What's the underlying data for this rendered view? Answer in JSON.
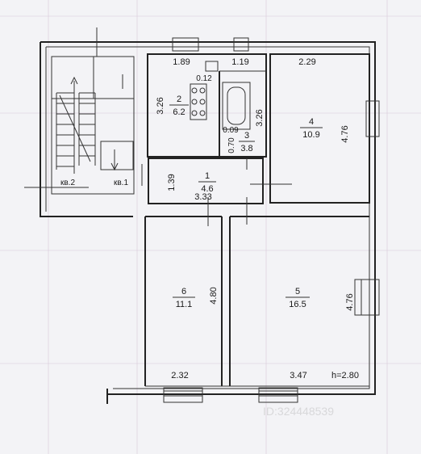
{
  "rooms": [
    {
      "number": "1",
      "area": "4.6"
    },
    {
      "number": "2",
      "area": "6.2"
    },
    {
      "number": "3",
      "area": "3.8"
    },
    {
      "number": "4",
      "area": "10.9"
    },
    {
      "number": "5",
      "area": "16.5"
    },
    {
      "number": "6",
      "area": "11.1"
    }
  ],
  "dimensions": {
    "d_189": "1.89",
    "d_012": "0.12",
    "d_119": "1.19",
    "d_229": "2.29",
    "d_326a": "3.26",
    "d_326b": "3.26",
    "d_009": "0.09",
    "d_070": "0.70",
    "d_476a": "4.76",
    "d_139": "1.39",
    "d_333": "3.33",
    "d_480": "4.80",
    "d_476b": "4.76",
    "d_232": "2.32",
    "d_347": "3.47",
    "ceiling": "h=2.80"
  },
  "apartments": {
    "kv2": "кв.2",
    "kv1": "кв.1"
  },
  "watermark": {
    "text": "ID:324448539"
  }
}
